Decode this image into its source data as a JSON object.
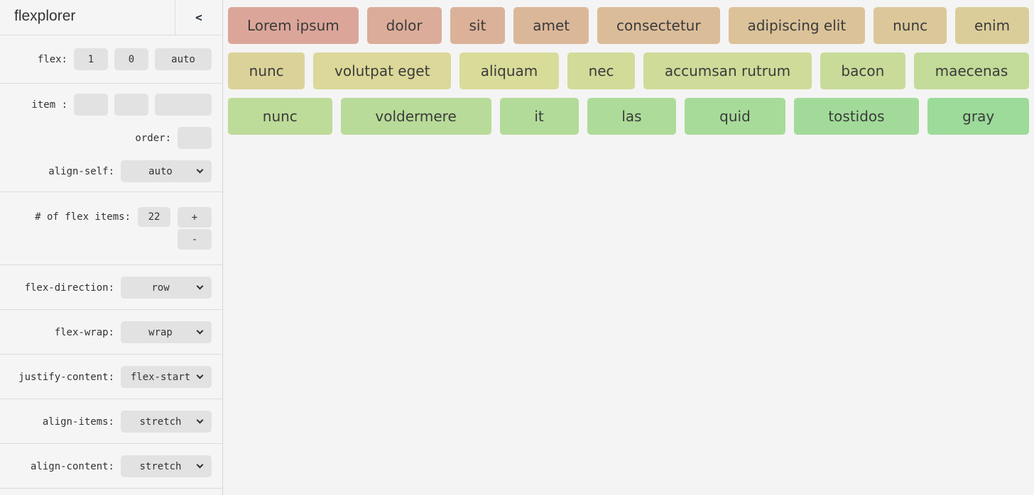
{
  "sidebar": {
    "title": "flexplorer",
    "collapse_button": "<",
    "flex_control": {
      "label": "flex:",
      "grow": "1",
      "shrink": "0",
      "basis": "auto"
    },
    "item_control": {
      "label": "item :",
      "grow": "",
      "shrink": "",
      "basis": ""
    },
    "order_control": {
      "label": "order:",
      "value": ""
    },
    "align_self_control": {
      "label": "align-self:",
      "value": "auto"
    },
    "count_control": {
      "label": "# of flex items:",
      "value": "22",
      "increment": "+",
      "decrement": "-"
    },
    "container_controls": [
      {
        "property": "flex-direction",
        "label": "flex-direction:",
        "value": "row"
      },
      {
        "property": "flex-wrap",
        "label": "flex-wrap:",
        "value": "wrap"
      },
      {
        "property": "justify-content",
        "label": "justify-content:",
        "value": "flex-start"
      },
      {
        "property": "align-items",
        "label": "align-items:",
        "value": "stretch"
      },
      {
        "property": "align-content",
        "label": "align-content:",
        "value": "stretch"
      }
    ]
  },
  "main": {
    "rows": [
      [
        {
          "label": "Lorem ipsum",
          "color": "#dba699"
        },
        {
          "label": "dolor",
          "color": "#dbac99"
        },
        {
          "label": "sit",
          "color": "#dbb199"
        },
        {
          "label": "amet",
          "color": "#dbb799"
        },
        {
          "label": "consectetur",
          "color": "#dbbc99"
        },
        {
          "label": "adipiscing elit",
          "color": "#dbc299"
        },
        {
          "label": "nunc",
          "color": "#dbc799"
        },
        {
          "label": "enim",
          "color": "#dbcd99"
        }
      ],
      [
        {
          "label": "nunc",
          "color": "#dbd299"
        },
        {
          "label": "volutpat eget",
          "color": "#dbd899"
        },
        {
          "label": "aliquam",
          "color": "#d9db99"
        },
        {
          "label": "nec",
          "color": "#d3db99"
        },
        {
          "label": "accumsan rutrum",
          "color": "#cedb99"
        },
        {
          "label": "bacon",
          "color": "#c8db99"
        },
        {
          "label": "maecenas",
          "color": "#c3db99"
        }
      ],
      [
        {
          "label": "nunc",
          "color": "#bddb99"
        },
        {
          "label": "voldermere",
          "color": "#b8db99"
        },
        {
          "label": "it",
          "color": "#b2db99"
        },
        {
          "label": "las",
          "color": "#addb99"
        },
        {
          "label": "quid",
          "color": "#a7db99"
        },
        {
          "label": "tostidos",
          "color": "#a2db99"
        },
        {
          "label": "gray",
          "color": "#9cdb99"
        }
      ]
    ]
  },
  "colors": {
    "sidebar_bg": "#f5f5f5",
    "main_bg": "#f4f4f4",
    "control_bg": "#e2e2e2",
    "divider": "#dcdcdc",
    "text": "#333333"
  }
}
